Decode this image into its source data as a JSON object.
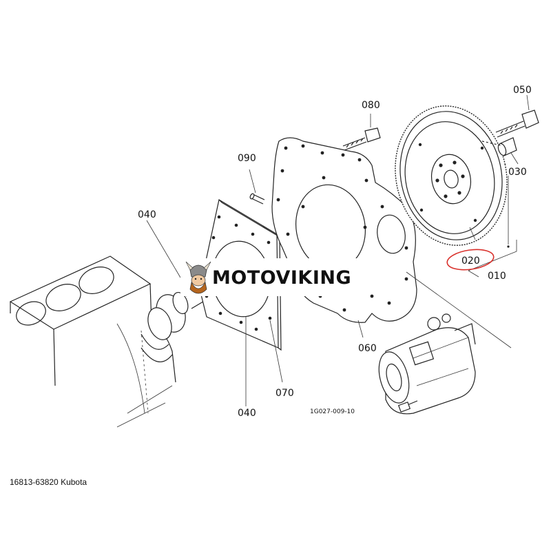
{
  "labels": {
    "p010": "010",
    "p020": "020",
    "p030": "030",
    "p040a": "040",
    "p040b": "040",
    "p050": "050",
    "p060": "060",
    "p070": "070",
    "p080": "080",
    "p090": "090"
  },
  "diagram_code": "1G027-009-10",
  "watermark": "MOTOVIKING",
  "caption": "16813-63820 Kubota",
  "colors": {
    "line": "#222222",
    "highlight": "#d9302b",
    "watermark_bg": "#ffffff",
    "logo_accent": "#b5651d"
  }
}
